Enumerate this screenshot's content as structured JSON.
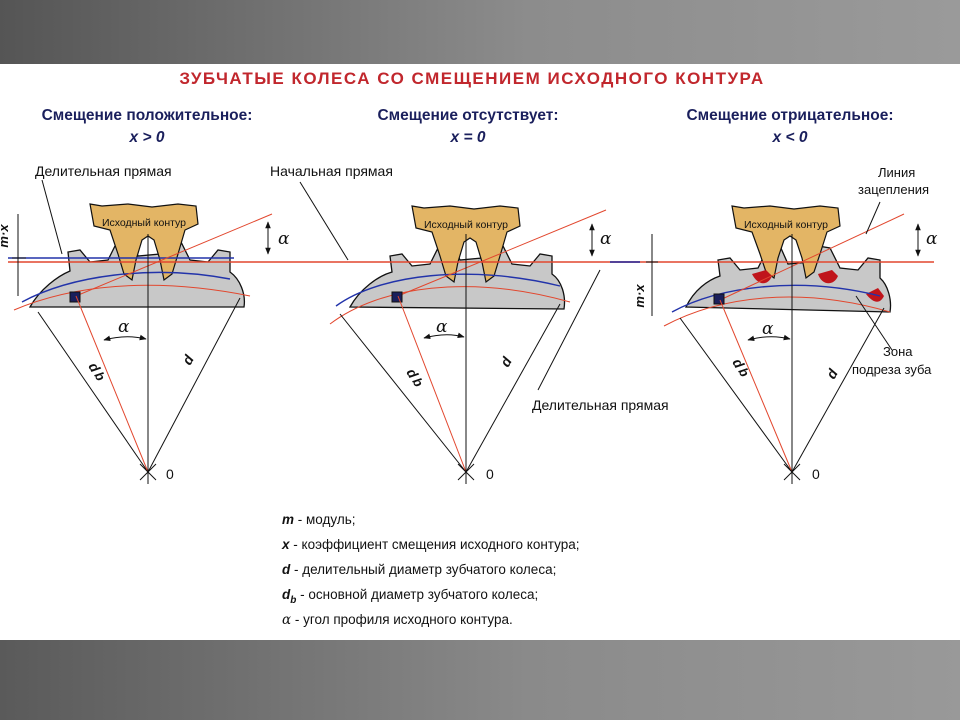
{
  "title": "ЗУБЧАТЫЕ КОЛЕСА СО СМЕЩЕНИЕМ ИСХОДНОГО КОНТУРА",
  "columns": [
    {
      "heading": "Смещение положительное:",
      "condition": "x > 0"
    },
    {
      "heading": "Смещение отсутствует:",
      "condition": "x = 0"
    },
    {
      "heading": "Смещение отрицательное:",
      "condition": "x < 0"
    }
  ],
  "labels": {
    "dividing_line_top": "Делительная прямая",
    "initial_line": "Начальная прямая",
    "dividing_line_bottom": "Делительная прямая",
    "engagement_line_1": "Линия",
    "engagement_line_2": "зацепления",
    "undercut_zone_1": "Зона",
    "undercut_zone_2": "подреза зуба",
    "rack_profile": "Исходный контур",
    "center": "0",
    "alpha": "α",
    "d": "d",
    "db": "d",
    "db_sub": "b",
    "mx": "m·x"
  },
  "legend": [
    {
      "sym": "m",
      "text": " - модуль;"
    },
    {
      "sym": "x",
      "text": " - коэффициент смещения исходного контура;"
    },
    {
      "sym": "d",
      "text": " - делительный диаметр зубчатого колеса;"
    },
    {
      "sym": "d",
      "sub": "b",
      "text": " - основной диаметр зубчатого колеса;"
    },
    {
      "sym": "α",
      "text": "  - угол профиля исходного контура."
    }
  ],
  "colors": {
    "title": "#c1272d",
    "heading": "#1a1f5c",
    "rack": "#e3b565",
    "gear": "#c8c8c8",
    "pitch_line": "#e2472e",
    "base_circle": "#2233aa",
    "undercut": "#c0151b"
  }
}
